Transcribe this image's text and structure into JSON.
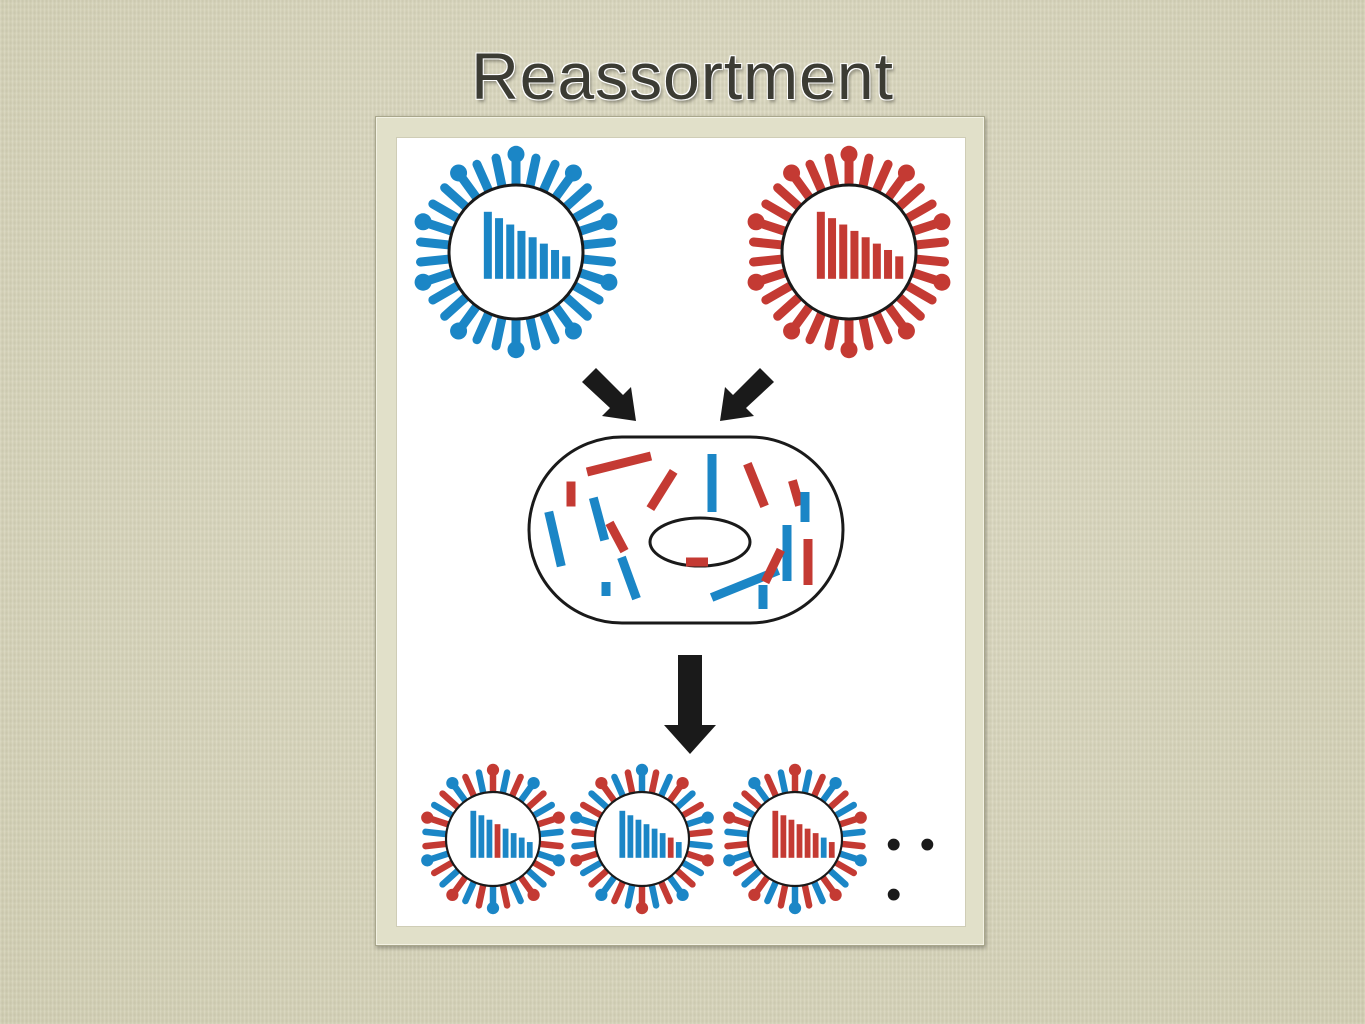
{
  "slide": {
    "title": "Reassortment",
    "ellipsis": "• • •"
  },
  "colors": {
    "virus_a": "#1b86c6",
    "virus_b": "#c43a33",
    "outline": "#1a1a1a",
    "arrow": "#1a1a1a"
  },
  "diagram": {
    "parent_viruses": [
      {
        "name": "parent-virus-blue",
        "spikes": "virus_a",
        "segments": [
          "virus_a",
          "virus_a",
          "virus_a",
          "virus_a",
          "virus_a",
          "virus_a",
          "virus_a",
          "virus_a"
        ]
      },
      {
        "name": "parent-virus-red",
        "spikes": "virus_b",
        "segments": [
          "virus_b",
          "virus_b",
          "virus_b",
          "virus_b",
          "virus_b",
          "virus_b",
          "virus_b",
          "virus_b"
        ]
      }
    ],
    "progeny_viruses": [
      {
        "name": "progeny-virus-1",
        "spikes": "mixed_red_first",
        "segments": [
          "virus_a",
          "virus_a",
          "virus_a",
          "virus_b",
          "virus_a",
          "virus_a",
          "virus_a",
          "virus_a"
        ]
      },
      {
        "name": "progeny-virus-2",
        "spikes": "mixed_blue_first",
        "segments": [
          "virus_a",
          "virus_a",
          "virus_a",
          "virus_a",
          "virus_a",
          "virus_a",
          "virus_b",
          "virus_a"
        ]
      },
      {
        "name": "progeny-virus-3",
        "spikes": "mixed_red_first",
        "segments": [
          "virus_b",
          "virus_b",
          "virus_b",
          "virus_b",
          "virus_b",
          "virus_b",
          "virus_a",
          "virus_b"
        ]
      }
    ],
    "host_cell_segments": [
      "virus_b",
      "virus_a",
      "virus_b",
      "virus_a",
      "virus_b",
      "virus_b",
      "virus_a",
      "virus_a",
      "virus_b",
      "virus_a",
      "virus_a",
      "virus_b",
      "virus_a",
      "virus_b",
      "virus_b",
      "virus_a",
      "virus_a",
      "virus_b"
    ]
  }
}
